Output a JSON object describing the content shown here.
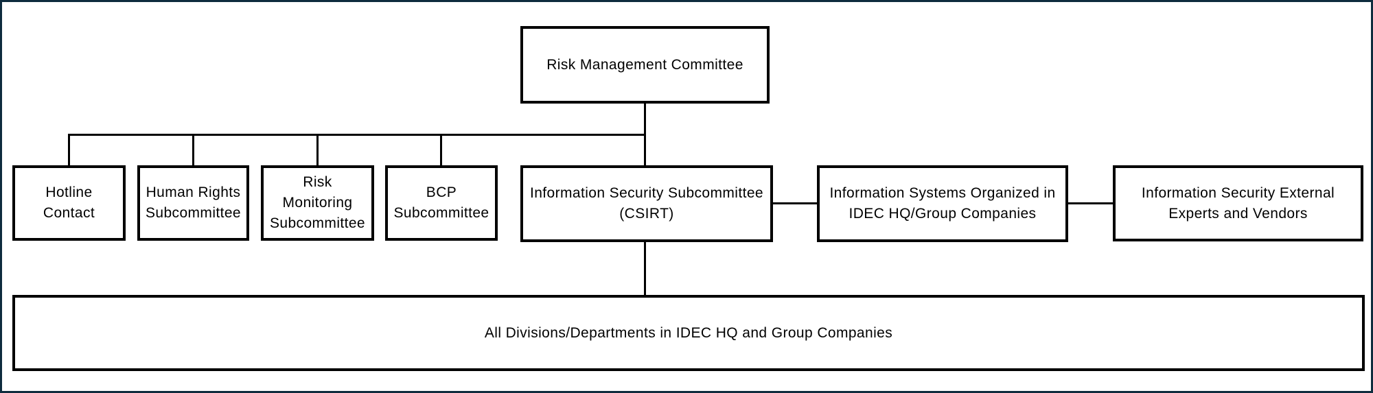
{
  "colors": {
    "frame": "#0e2c3e",
    "line": "#000000",
    "text": "#000000",
    "background": "#ffffff"
  },
  "nodes": {
    "risk_management": {
      "label": "Risk Management Committee"
    },
    "hotline": {
      "label": "Hotline\nContact"
    },
    "human_rights": {
      "label": "Human Rights\nSubcommittee"
    },
    "risk_monitoring": {
      "label": "Risk\nMonitoring\nSubcommittee"
    },
    "bcp": {
      "label": "BCP\nSubcommittee"
    },
    "csirt": {
      "label": "Information Security Subcommittee\n(CSIRT)"
    },
    "info_systems": {
      "label": "Information Systems Organized in\nIDEC HQ/Group Companies"
    },
    "external_experts": {
      "label": "Information Security External\nExperts and Vendors"
    },
    "all_divisions": {
      "label": "All Divisions/Departments in IDEC HQ and Group Companies"
    }
  },
  "edges": [
    {
      "from": "risk_management",
      "to": "hotline"
    },
    {
      "from": "risk_management",
      "to": "human_rights"
    },
    {
      "from": "risk_management",
      "to": "risk_monitoring"
    },
    {
      "from": "risk_management",
      "to": "bcp"
    },
    {
      "from": "risk_management",
      "to": "csirt"
    },
    {
      "from": "csirt",
      "to": "info_systems"
    },
    {
      "from": "info_systems",
      "to": "external_experts"
    },
    {
      "from": "csirt",
      "to": "all_divisions"
    }
  ]
}
